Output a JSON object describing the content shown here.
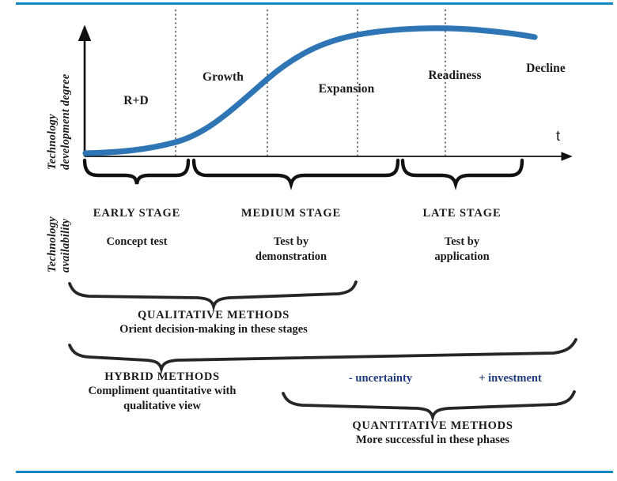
{
  "decor": {
    "accent_color": "#1187c4",
    "curve_color": "#2e75b6",
    "annotation_color": "#1f3a7a",
    "ink_color": "#1a1a1a"
  },
  "axes": {
    "y_label_line1": "Technology",
    "y_label_line2": "development degree",
    "y_label_secondary_line1": "Technology",
    "y_label_secondary_line2": "availability",
    "x_label": "t"
  },
  "phases": [
    {
      "label": "R+D"
    },
    {
      "label": "Growth"
    },
    {
      "label": "Expansion"
    },
    {
      "label": "Readiness"
    },
    {
      "label": "Decline"
    }
  ],
  "stages": [
    {
      "title": "EARLY STAGE",
      "sub_line1": "Concept test",
      "sub_line2": ""
    },
    {
      "title": "MEDIUM STAGE",
      "sub_line1": "Test by",
      "sub_line2": "demonstration"
    },
    {
      "title": "LATE STAGE",
      "sub_line1": "Test by",
      "sub_line2": "application"
    }
  ],
  "methods": [
    {
      "title": "QUALITATIVE METHODS",
      "sub_line1": "Orient decision-making in these stages",
      "sub_line2": ""
    },
    {
      "title": "HYBRID METHODS",
      "sub_line1": "Compliment quantitative with",
      "sub_line2": "qualitative view"
    },
    {
      "title": "QUANTITATIVE METHODS",
      "sub_line1": "More successful in these phases",
      "sub_line2": ""
    }
  ],
  "annotations": [
    {
      "text": "- uncertainty"
    },
    {
      "text": "+ investment"
    }
  ],
  "chart_data": {
    "type": "line",
    "title": "Technology development S-curve",
    "xlabel": "t",
    "ylabel": "Technology development degree",
    "grid": false,
    "legend": "none",
    "series": [
      {
        "name": "Technology development degree",
        "x": [
          0,
          10,
          20,
          30,
          40,
          50,
          60,
          70,
          80,
          90,
          100
        ],
        "y": [
          2,
          3,
          6,
          14,
          30,
          50,
          68,
          81,
          90,
          95,
          96
        ]
      }
    ],
    "phase_boundaries_x": [
      21,
      42,
      63,
      83
    ],
    "phase_labels": [
      "R+D",
      "Growth",
      "Expansion",
      "Readiness",
      "Decline"
    ],
    "xlim": [
      0,
      100
    ],
    "ylim": [
      0,
      100
    ]
  }
}
